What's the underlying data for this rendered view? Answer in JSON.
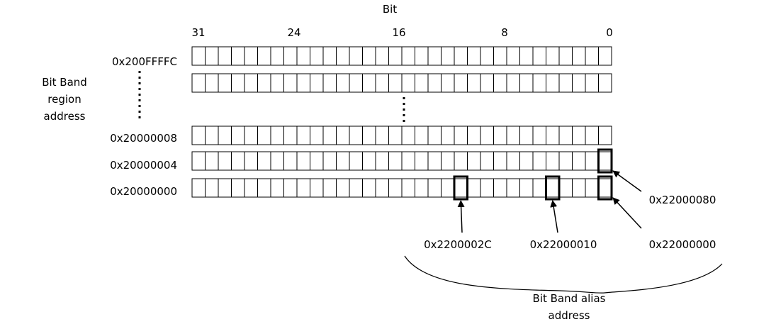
{
  "diagram": {
    "axis_title": "Bit",
    "bit_ticks": [
      "31",
      "24",
      "16",
      "8",
      "0"
    ],
    "region_label": [
      "Bit Band",
      "region",
      "address"
    ],
    "rows": [
      {
        "address": "0x200FFFFC"
      },
      {
        "address": ""
      },
      {
        "address": "0x20000008"
      },
      {
        "address": "0x20000004"
      },
      {
        "address": "0x20000000"
      }
    ],
    "alias_addresses": [
      {
        "label": "0x22000080",
        "bit": 0,
        "word": "0x20000004"
      },
      {
        "label": "0x2200002C",
        "bit": 11,
        "word": "0x20000000"
      },
      {
        "label": "0x22000010",
        "bit": 4,
        "word": "0x20000000"
      },
      {
        "label": "0x22000000",
        "bit": 0,
        "word": "0x20000000"
      }
    ],
    "alias_label": [
      "Bit Band alias",
      "address"
    ],
    "colors": {
      "line": "#000000",
      "background": "#ffffff"
    }
  }
}
